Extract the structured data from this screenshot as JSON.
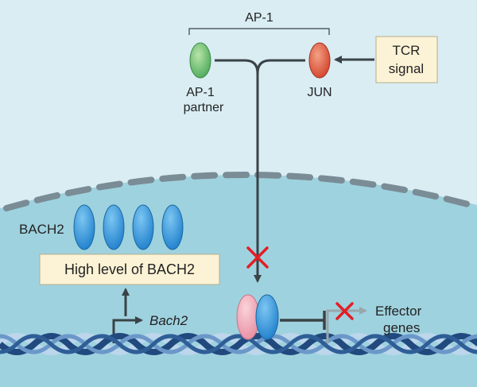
{
  "labels": {
    "ap1_title": "AP-1",
    "ap1_partner_line1": "AP-1",
    "ap1_partner_line2": "partner",
    "jun": "JUN",
    "tcr_line1": "TCR",
    "tcr_line2": "signal",
    "bach2_protein": "BACH2",
    "high_level": "High level of BACH2",
    "bach2_gene": "Bach2",
    "effector_line1": "Effector",
    "effector_line2": "genes"
  },
  "colors": {
    "cytoplasm": "#d9edf3",
    "nucleus": "#9fd2df",
    "membrane_dash": "#7a8c95",
    "ap1_partner": "#5fb96a",
    "jun": "#e0553b",
    "bach2": "#2a8fd6",
    "pink_partner": "#f2a5b3",
    "dna_dark": "#21497e",
    "dna_light": "#bcd6ec",
    "label_box_fill": "#fcf3d6",
    "label_box_stroke": "#b8ad8a",
    "arrow": "#3a4347",
    "block_x": "#e31e24",
    "effector_arrow": "#9aa6ab"
  },
  "icons": {
    "block_signal": "red-x-icon",
    "block_effector": "red-x-icon"
  }
}
